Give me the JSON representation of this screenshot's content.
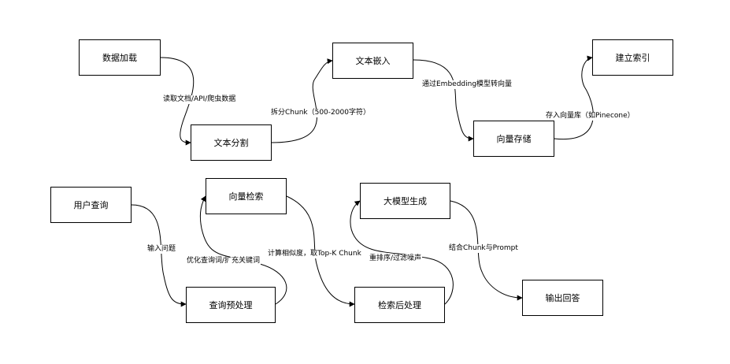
{
  "colors": {
    "stroke": "#000000",
    "background": "#ffffff",
    "text": "#000000"
  },
  "nodes": {
    "data_load": "数据加载",
    "text_split": "文本分割",
    "text_embed": "文本嵌入",
    "vector_store": "向量存储",
    "build_index": "建立索引",
    "user_query": "用户查询",
    "query_preprocess": "查询预处理",
    "vector_search": "向量检索",
    "post_retrieval": "检索后处理",
    "llm_generate": "大模型生成",
    "output_answer": "输出回答"
  },
  "edges": {
    "e1": "读取文档/API/爬虫数据",
    "e2": "拆分Chunk（500-2000字符）",
    "e3": "通过Embedding模型转向量",
    "e4": "存入向量库（如Pinecone）",
    "e5": "输入问题",
    "e6": "优化查询词/扩充关键词",
    "e7": "计算相似度，取Top-K Chunk",
    "e8": "重排序/过滤噪声",
    "e9": "结合Chunk与Prompt"
  }
}
